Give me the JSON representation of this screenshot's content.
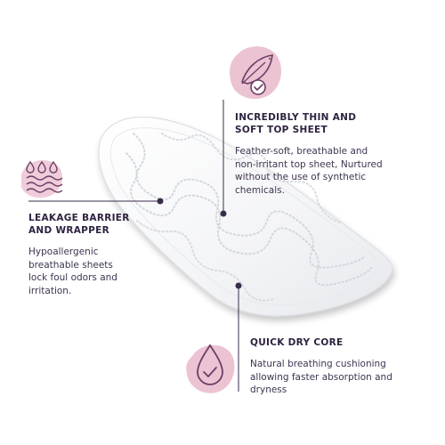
{
  "features": {
    "top_sheet": {
      "icon": "feather-check-icon",
      "title": "INCREDIBLY THIN AND\nSOFT TOP SHEET",
      "description": "Feather-soft, breathable and\nnon-irritant top sheet, Nurtured\nwithout the use of synthetic\nchemicals."
    },
    "leakage": {
      "icon": "water-drops-waves-icon",
      "title": "LEAKAGE BARRIER\nAND WRAPPER",
      "description": "Hypoallergenic\nbreathable sheets\nlock foul odors and\nirritation."
    },
    "quick_dry": {
      "icon": "drop-check-icon",
      "title": "QUICK DRY CORE",
      "description": "Natural breathing cushioning\nallowing faster absorption and\ndryness"
    }
  },
  "colors": {
    "accent_pink": "#ecc3d3",
    "icon_stroke": "#6b3e64",
    "text_dark": "#2f2340",
    "pointer": "#3a2d4a"
  }
}
